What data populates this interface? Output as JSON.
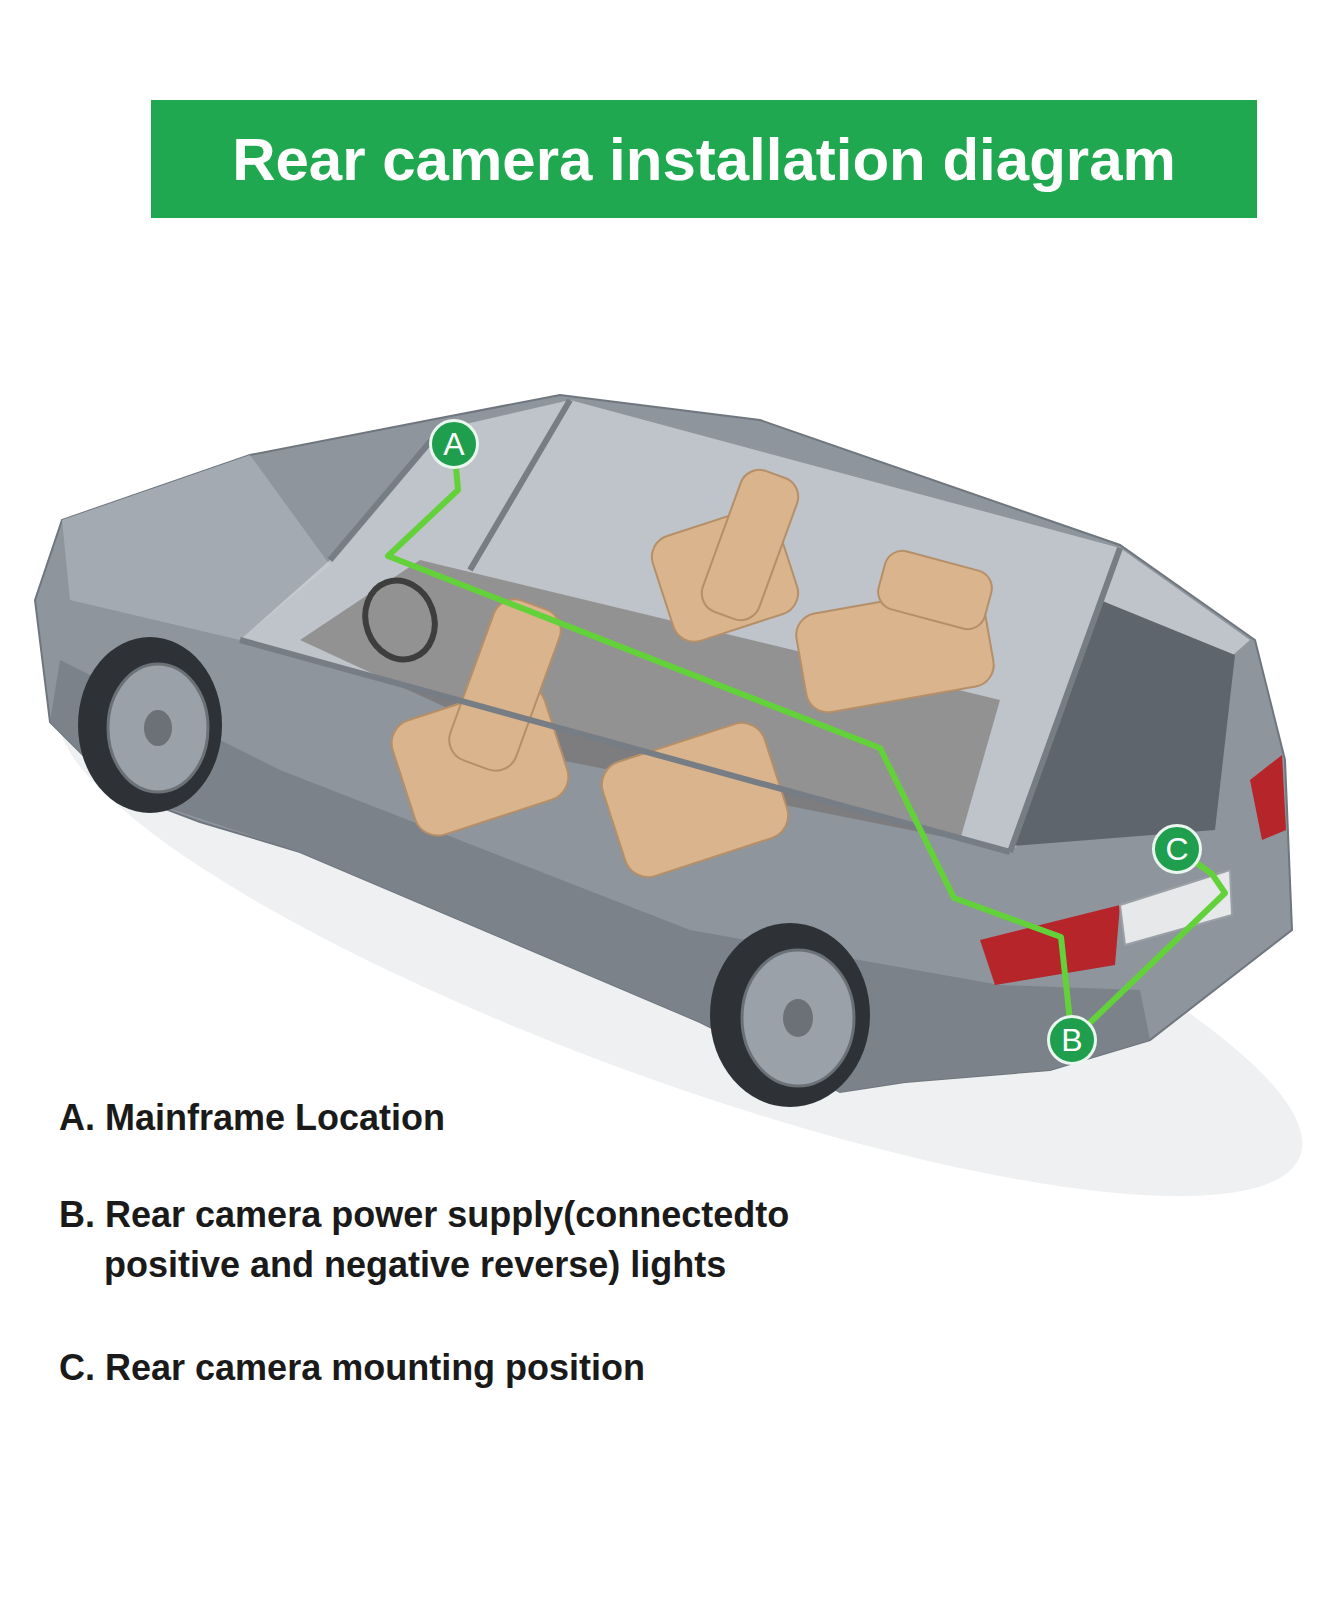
{
  "diagram": {
    "title": "Rear camera installation diagram",
    "nodes": [
      {
        "text": [
          "A"
        ]
      },
      {
        "text": [
          "B"
        ]
      },
      {
        "text": [
          "C"
        ]
      }
    ],
    "edges": [
      {
        "from": 0,
        "to": 1,
        "arrow": "none"
      },
      {
        "from": 1,
        "to": 2,
        "arrow": "none"
      }
    ],
    "labels": [
      "A. Mainframe Location",
      "B. Rear camera power supply(connectedto positive and negative reverse) lights",
      "C. Rear camera mounting position"
    ]
  }
}
